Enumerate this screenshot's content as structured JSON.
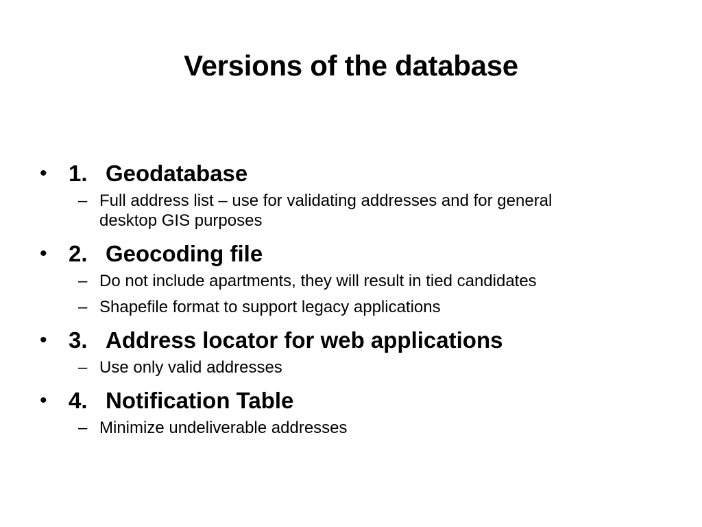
{
  "slide": {
    "title": "Versions of the database",
    "items": [
      {
        "bullet": "•",
        "number": "1.",
        "label": "Geodatabase",
        "sub": [
          {
            "dash": "–",
            "text": "Full address list – use for validating addresses and for general desktop GIS purposes"
          }
        ]
      },
      {
        "bullet": "•",
        "number": "2.",
        "label": "Geocoding file",
        "sub": [
          {
            "dash": "–",
            "text": "Do not include apartments, they will result in tied candidates"
          },
          {
            "dash": "–",
            "text": "Shapefile format to support legacy applications"
          }
        ]
      },
      {
        "bullet": "•",
        "number": "3.",
        "label": "Address locator for web applications",
        "sub": [
          {
            "dash": "–",
            "text": "Use only valid addresses"
          }
        ]
      },
      {
        "bullet": "•",
        "number": "4.",
        "label": "Notification Table",
        "sub": [
          {
            "dash": "–",
            "text": "Minimize undeliverable addresses"
          }
        ]
      }
    ]
  }
}
